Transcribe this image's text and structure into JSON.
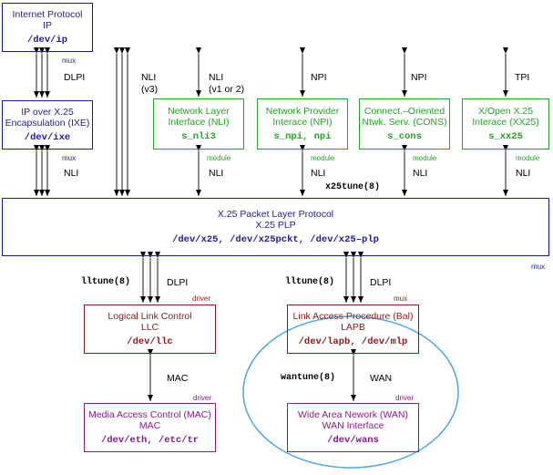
{
  "colors": {
    "blue": "#1e1e9a",
    "green": "#22a322",
    "red": "#8b1a1a",
    "purple": "#8a1a8a",
    "wire": "#000000",
    "ellipse": "#4aa8e8"
  },
  "boxes": {
    "ip": {
      "title": "Internet Protocol",
      "subtitle": "IP",
      "device": "/dev/ip",
      "tag": "mux"
    },
    "ixe": {
      "title": "IP over X.25",
      "subtitle": "Encapsulation (IXE)",
      "device": "/dev/ixe",
      "tag": "mux"
    },
    "nli": {
      "title": "Network Layer",
      "subtitle": "Interface (NLI)",
      "device": "s_nli3",
      "tag": "module"
    },
    "npi": {
      "title": "Network Provider",
      "subtitle": "Interace (NPI)",
      "device": "s_npi, npi",
      "tag": "module"
    },
    "cons": {
      "title": "Connect.–Oriented",
      "subtitle": "Ntwk. Serv. (CONS)",
      "device": "s_cons",
      "tag": "module"
    },
    "xx25": {
      "title": "X/Open X.25",
      "subtitle": "Interace (XX25)",
      "device": "s_xx25",
      "tag": "module"
    },
    "plp": {
      "title": "X.25 Packet Layer Protocol",
      "subtitle": "X.25 PLP",
      "device": "/dev/x25, /dev/x25pckt, /dev/x25–plp",
      "tag": "mux"
    },
    "llc": {
      "title": "Logical Link Control",
      "subtitle": "LLC",
      "device": "/dev/llc",
      "tag": "driver"
    },
    "lapb": {
      "title": "Link Access Procedure (Bal)",
      "subtitle": "LAPB",
      "device": "/dev/lapb, /dev/mlp",
      "tag": "mux"
    },
    "mac": {
      "title": "Media Access Control (MAC)",
      "subtitle": "MAC",
      "device": "/dev/eth, /etc/tr",
      "tag": "driver"
    },
    "wan": {
      "title": "Wide Area Nework (WAN)",
      "subtitle": "WAN Interface",
      "device": "/dev/wans",
      "tag": "driver"
    }
  },
  "labels": {
    "dlpi_top": "DLPI",
    "nli_ixe": "NLI",
    "nli_v3_a": "NLI",
    "nli_v3_b": "(v3)",
    "nli_v12_a": "NLI",
    "nli_v12_b": "(v1 or 2)",
    "npi_top": "NPI",
    "npi_cons": "NPI",
    "tpi": "TPI",
    "nli_below_nli": "NLI",
    "nli_below_npi": "NLI",
    "nli_below_cons": "NLI",
    "nli_below_xx25": "NLI",
    "x25tune": "x25tune(8)",
    "lltune_left": "lltune(8)",
    "dlpi_left": "DLPI",
    "lltune_right": "lltune(8)",
    "dlpi_right": "DLPI",
    "mac_label": "MAC",
    "wantune": "wantune(8)",
    "wan_label": "WAN"
  }
}
